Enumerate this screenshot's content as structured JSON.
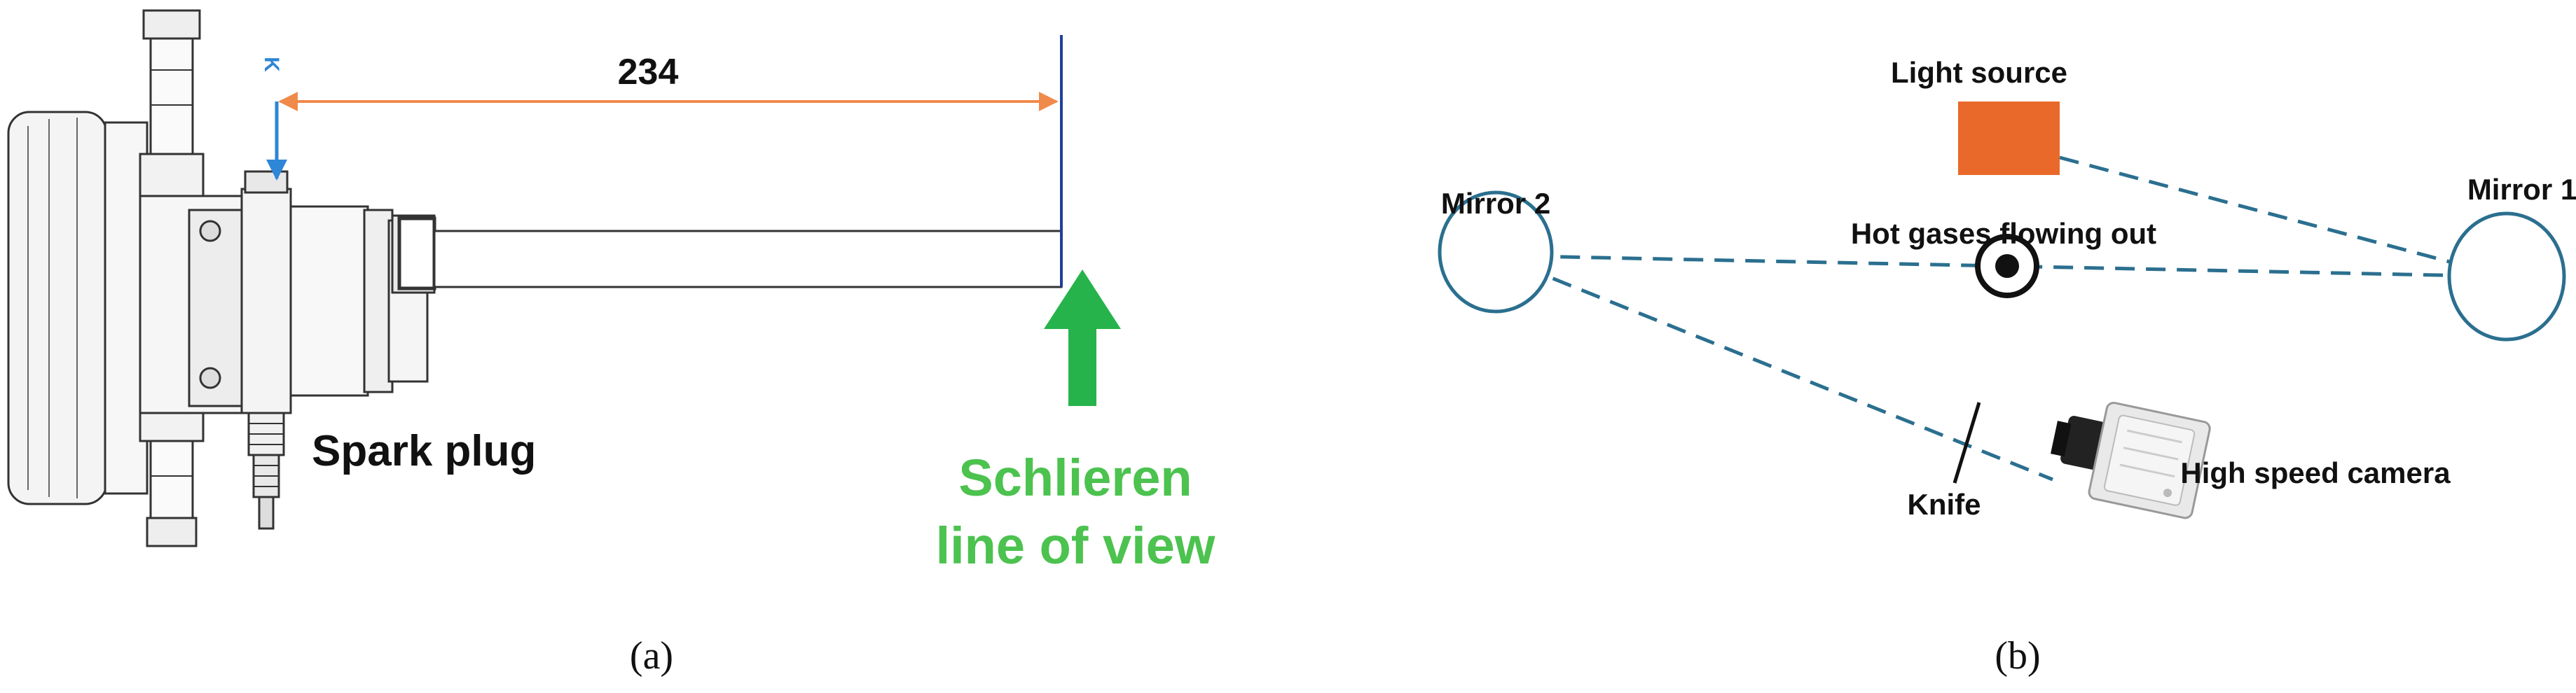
{
  "panel_a": {
    "dimension_value": "234",
    "small_marker": "K",
    "spark_plug_label": "Spark plug",
    "schlieren_line1": "Schlieren",
    "schlieren_line2": "line of view",
    "caption": "(a)"
  },
  "panel_b": {
    "light_source_label": "Light source",
    "mirror2_label": "Mirror 2",
    "mirror1_label": "Mirror 1",
    "hot_gases_label": "Hot gases flowing out",
    "knife_label": "Knife",
    "camera_label": "High speed camera",
    "caption": "(b)"
  },
  "colors": {
    "dimension_line": "#f08a4b",
    "boundary_line": "#1f3f9a",
    "marker_arrow": "#2e86d6",
    "schlieren_arrow": "#27b34b",
    "schlieren_text": "#4cc24f",
    "light_source": "#e8692a",
    "mirror": "#2b6f8f",
    "beam": "#2b6f8f"
  }
}
